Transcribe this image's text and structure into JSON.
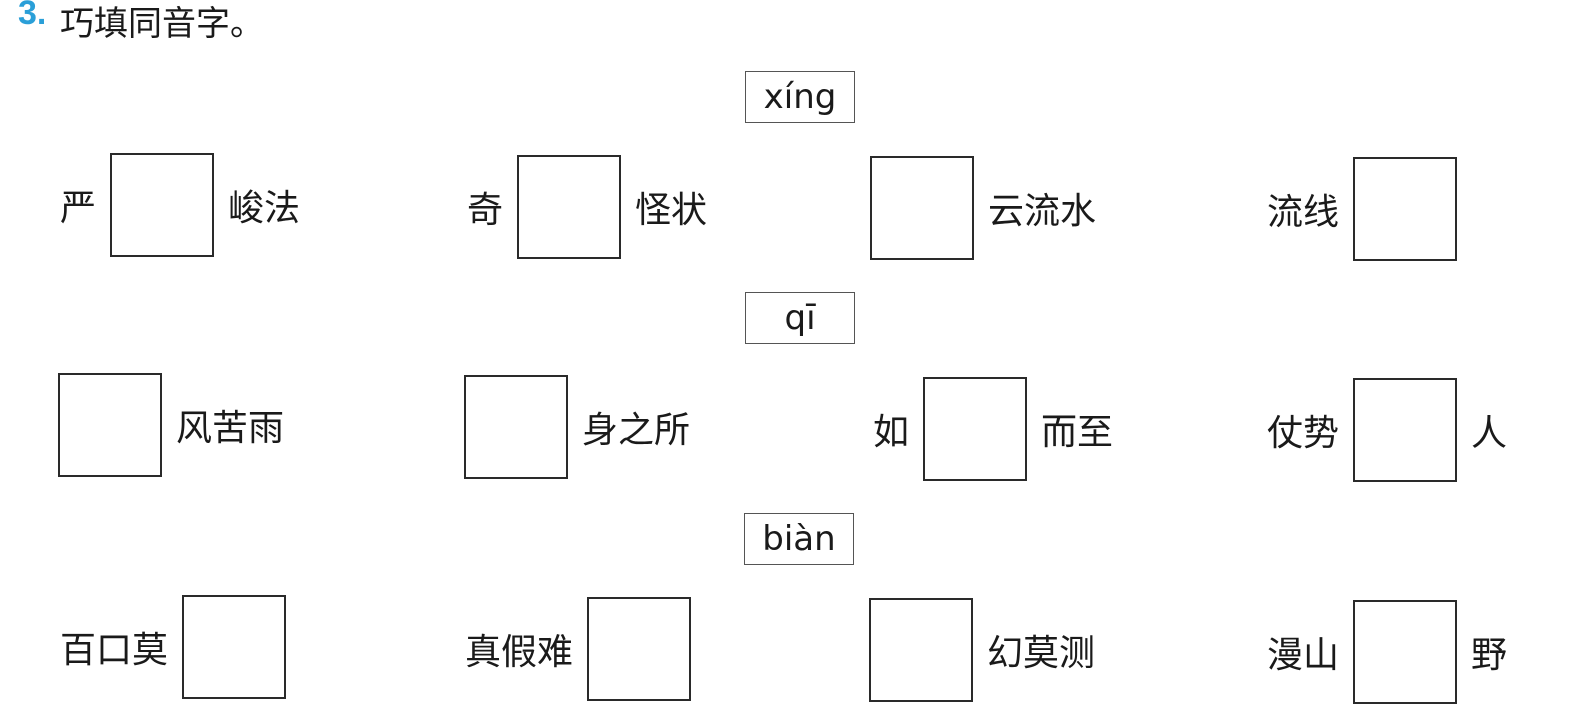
{
  "question": {
    "number": "3.",
    "title": "巧填同音字。"
  },
  "groups": [
    {
      "pinyin": "xíng",
      "items": [
        {
          "before": "严",
          "after": "峻法"
        },
        {
          "before": "奇",
          "after": "怪状"
        },
        {
          "before": "",
          "after": "云流水"
        },
        {
          "before": "流线",
          "after": ""
        }
      ]
    },
    {
      "pinyin": "qī",
      "items": [
        {
          "before": "",
          "after": "风苦雨"
        },
        {
          "before": "",
          "after": "身之所"
        },
        {
          "before": "如",
          "after": "而至"
        },
        {
          "before": "仗势",
          "after": "人"
        }
      ]
    },
    {
      "pinyin": "biàn",
      "items": [
        {
          "before": "百口莫",
          "after": ""
        },
        {
          "before": "真假难",
          "after": ""
        },
        {
          "before": "",
          "after": "幻莫测"
        },
        {
          "before": "漫山",
          "after": "野"
        }
      ]
    }
  ]
}
